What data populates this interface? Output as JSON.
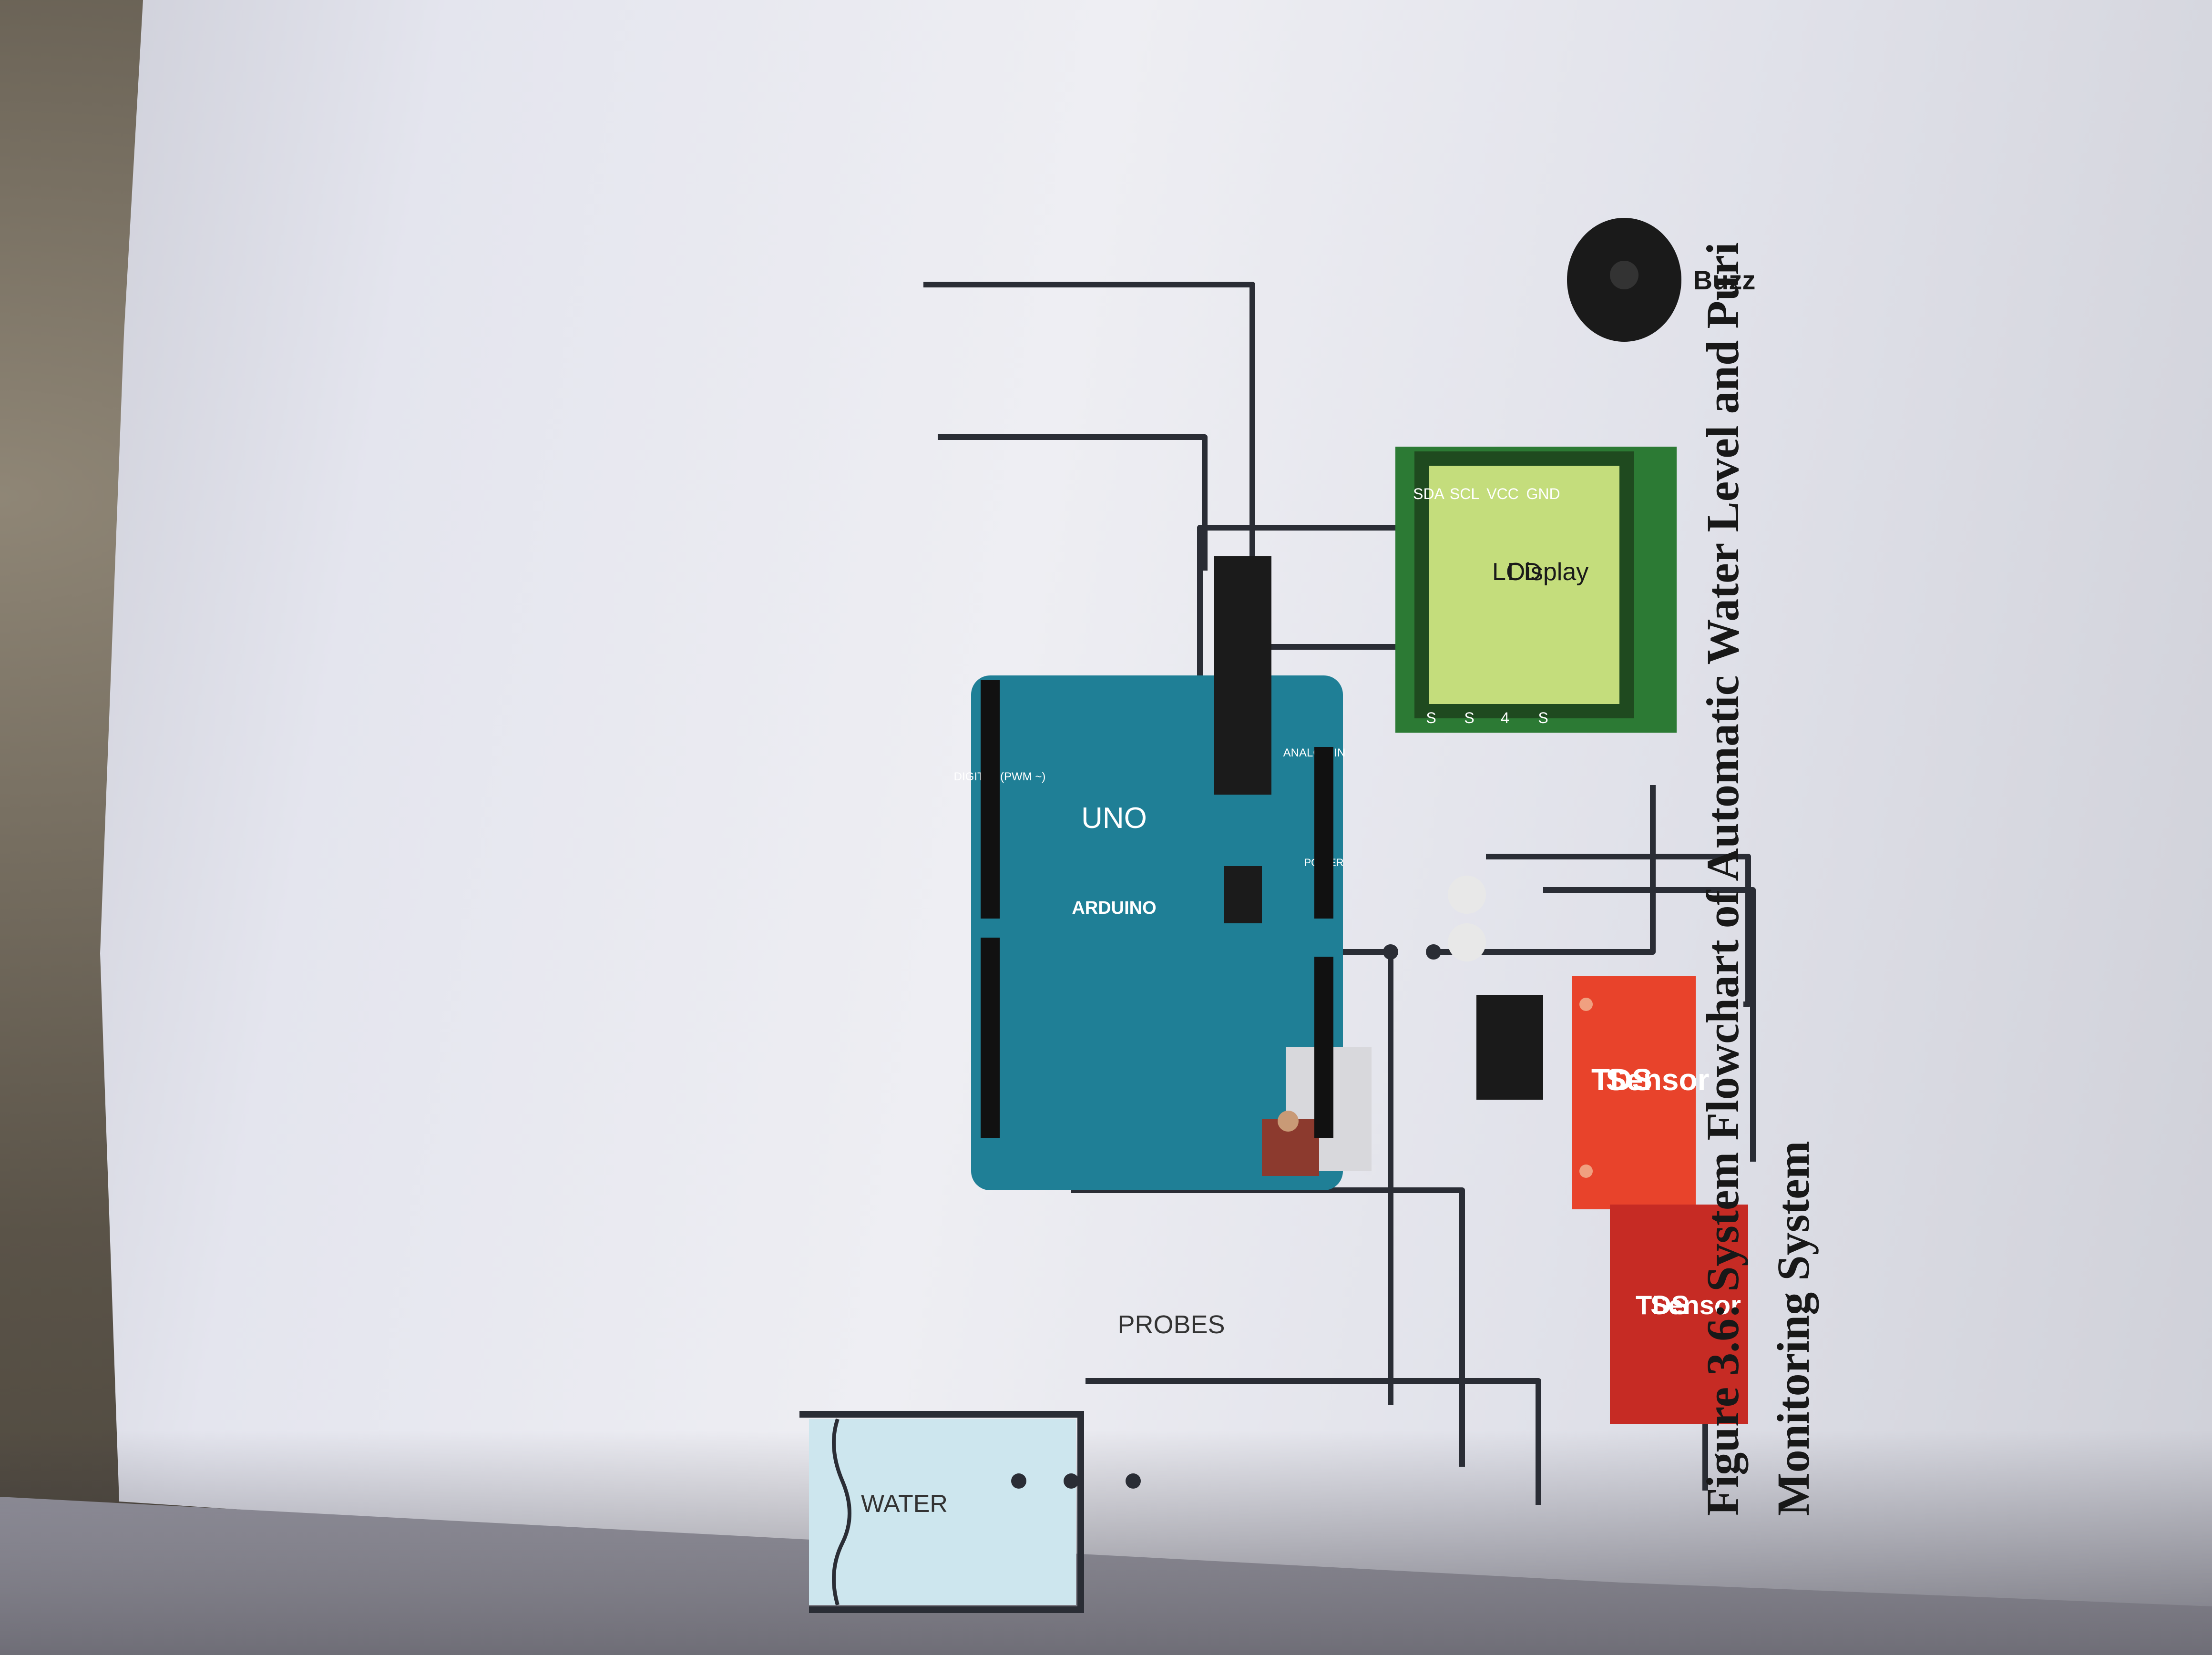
{
  "diagram": {
    "water_label": "WATER",
    "probes_label": "PROBES",
    "board_brand": "ARDUINO",
    "board_model": "UNO",
    "board_digital_label": "DIGITAL (PWM ~)",
    "board_analog_label": "ANALOG IN",
    "board_power_label": "POWER",
    "lcd_label_line1": "LCD",
    "lcd_label_line2": "Display",
    "lcd_pins": [
      "SDA",
      "SCL",
      "VCC",
      "GND"
    ],
    "lcd_side_pins": [
      "S",
      "S",
      "4",
      "S"
    ],
    "tds_sensor_1_line1": "TDS",
    "tds_sensor_1_line2": "Sensor",
    "tds_sensor_2_line1": "TDS",
    "tds_sensor_2_line2": "Sensor",
    "buzzer_label": "Buzz"
  },
  "caption": {
    "line1": "Figure 3.6: System Flowchart of Automatic Water Level and Puri",
    "line2": "Monitoring System"
  },
  "colors": {
    "arduino_board": "#1f7f96",
    "lcd_pcb": "#2c7a34",
    "lcd_screen": "#c4dd7c",
    "tds_sensor_1": "#e8432b",
    "tds_sensor_2": "#c62b24",
    "water": "#cde6ee",
    "wire": "#2a2d35"
  }
}
